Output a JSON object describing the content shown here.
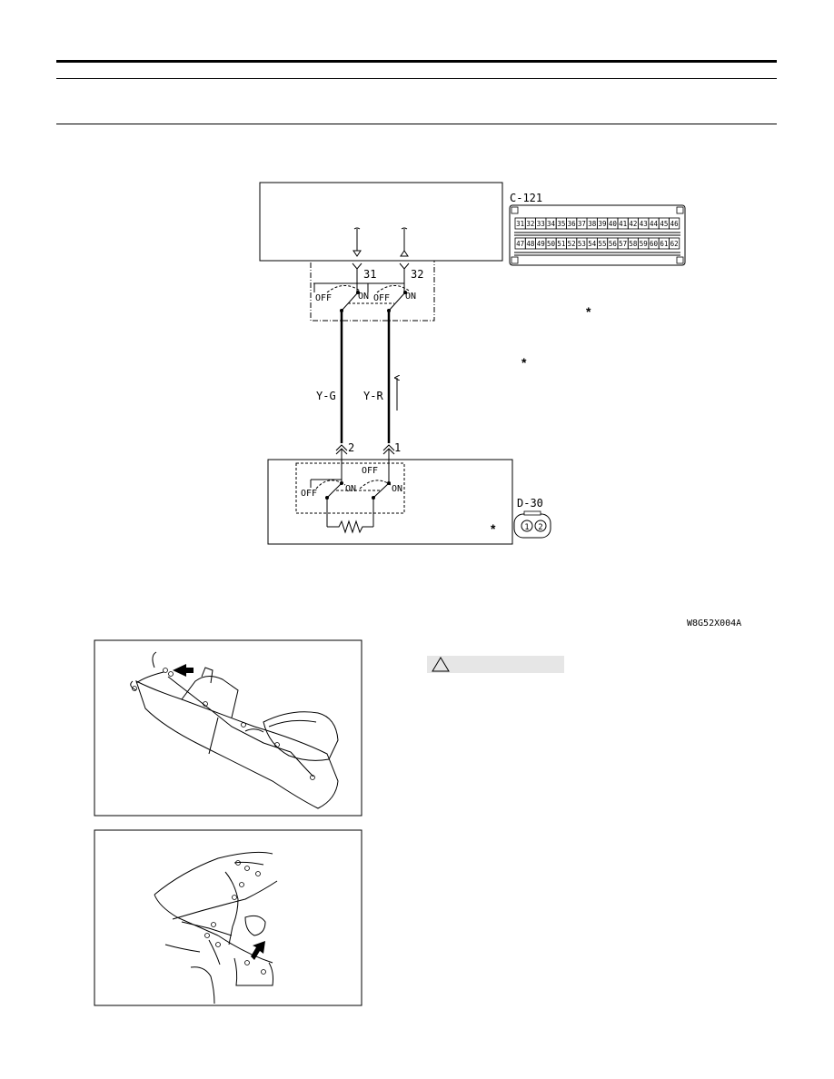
{
  "diagram": {
    "connector_top": {
      "label": "C-121",
      "pins_row1": [
        "31",
        "32",
        "33",
        "34",
        "35",
        "36",
        "37",
        "38",
        "39",
        "40",
        "41",
        "42",
        "43",
        "44",
        "45",
        "46"
      ],
      "pins_row2": [
        "47",
        "48",
        "49",
        "50",
        "51",
        "52",
        "53",
        "54",
        "55",
        "56",
        "57",
        "58",
        "59",
        "60",
        "61",
        "62"
      ]
    },
    "connector_bottom": {
      "label": "D-30",
      "pins": [
        "1",
        "2"
      ]
    },
    "terminals_top": [
      "31",
      "32"
    ],
    "terminals_bottom": [
      "2",
      "1"
    ],
    "wires": [
      "Y-G",
      "Y-R"
    ],
    "switch_labels": {
      "off": "OFF",
      "on": "ON"
    },
    "asterisk": "*",
    "figure_code": "W8G52X004A"
  },
  "colors": {
    "line": "#000000",
    "caution_bar": "#e6e6e6"
  }
}
